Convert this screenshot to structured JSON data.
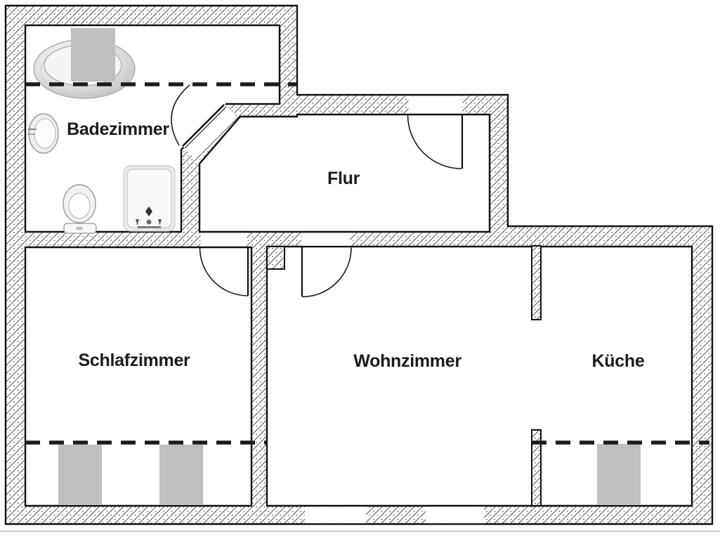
{
  "plan": {
    "type": "apartment-floor-plan",
    "rooms": [
      {
        "id": "badezimmer",
        "label": "Badezimmer"
      },
      {
        "id": "flur",
        "label": "Flur"
      },
      {
        "id": "schlafzimmer",
        "label": "Schlafzimmer"
      },
      {
        "id": "wohnzimmer",
        "label": "Wohnzimmer"
      },
      {
        "id": "kueche",
        "label": "Küche"
      }
    ],
    "fixtures": [
      "bathtub-icon",
      "sink-icon",
      "toilet-icon",
      "shower-icon"
    ],
    "symbols": {
      "doors": [
        "bathroom-door",
        "entrance-door",
        "bedroom-door",
        "livingroom-door"
      ],
      "dashed_lines": "roof-slope-lines",
      "gray_rects": "window-markers"
    },
    "colors": {
      "background": "#ffffff",
      "wall_outline": "#111111",
      "hatch_line": "#3d3d3d",
      "window_marker_fill": "#bfbfbf",
      "dashed_line": "#1b1b1b",
      "label_color": "#1c1c1c"
    }
  }
}
